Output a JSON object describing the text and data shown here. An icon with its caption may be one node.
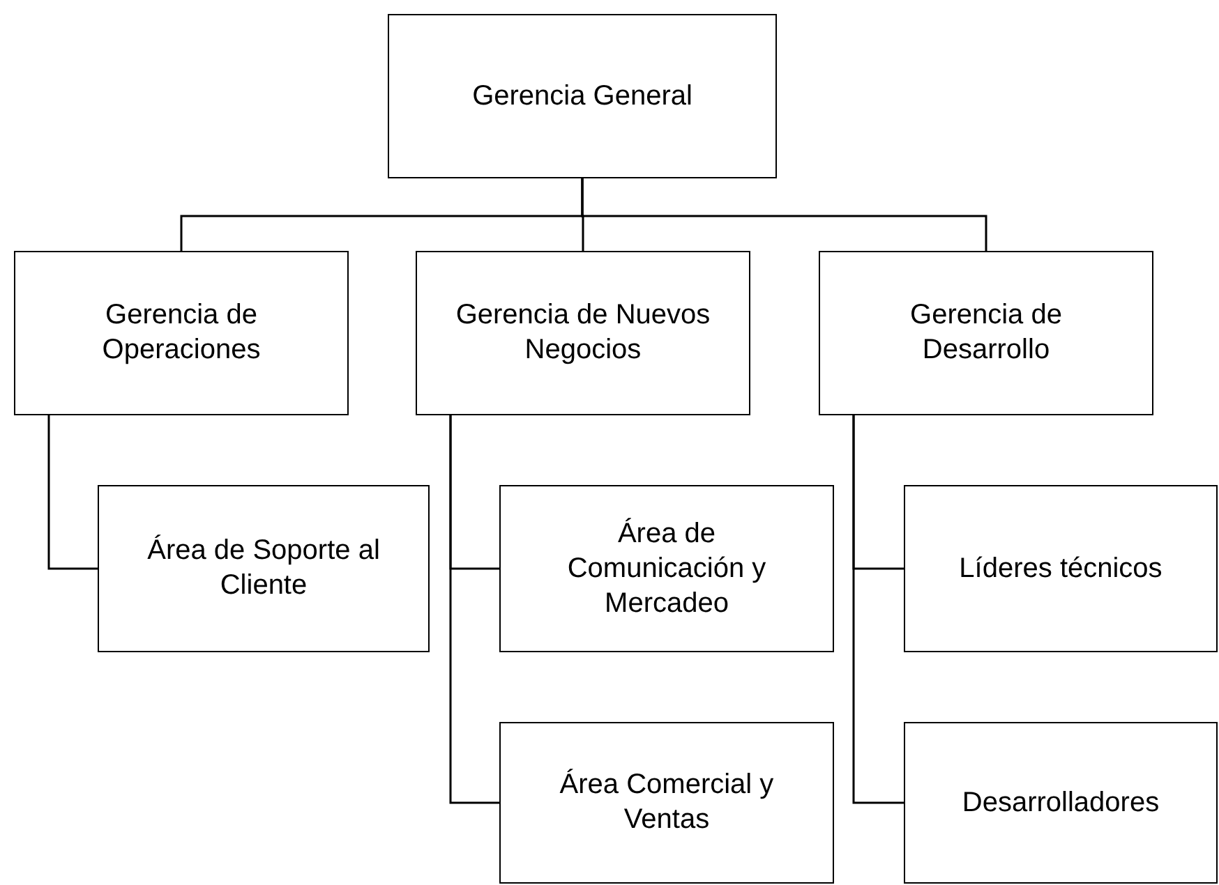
{
  "diagram": {
    "nodes": [
      {
        "text": [
          "Gerencia General"
        ]
      },
      {
        "text": [
          "Gerencia de Operaciones"
        ]
      },
      {
        "text": [
          "Gerencia de Nuevos Negocios"
        ]
      },
      {
        "text": [
          "Gerencia de Desarrollo"
        ]
      },
      {
        "text": [
          "Área de Soporte al Cliente"
        ]
      },
      {
        "text": [
          "Área de Comunicación y Mercadeo"
        ]
      },
      {
        "text": [
          "Área Comercial y Ventas"
        ]
      },
      {
        "text": [
          "Líderes técnicos"
        ]
      },
      {
        "text": [
          "Desarrolladores"
        ]
      }
    ],
    "edges": [
      {
        "from": 0,
        "to": 1,
        "arrow": "none"
      },
      {
        "from": 0,
        "to": 2,
        "arrow": "none"
      },
      {
        "from": 0,
        "to": 3,
        "arrow": "none"
      },
      {
        "from": 1,
        "to": 4,
        "arrow": "none"
      },
      {
        "from": 2,
        "to": 5,
        "arrow": "none"
      },
      {
        "from": 2,
        "to": 6,
        "arrow": "none"
      },
      {
        "from": 3,
        "to": 7,
        "arrow": "none"
      },
      {
        "from": 3,
        "to": 8,
        "arrow": "none"
      }
    ]
  }
}
